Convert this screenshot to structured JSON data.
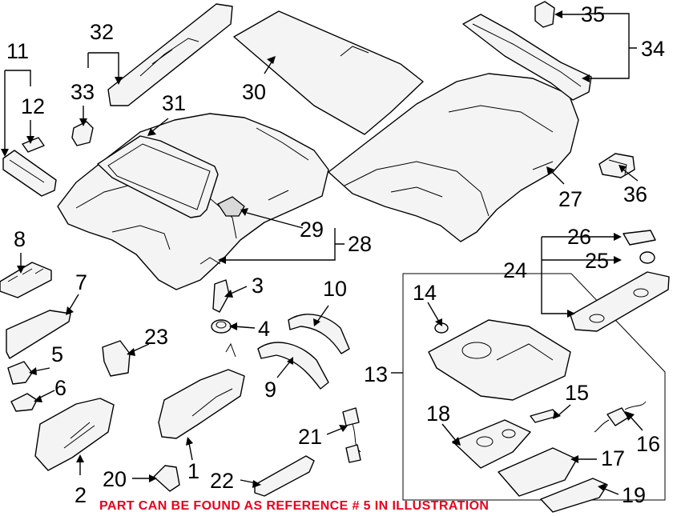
{
  "diagram": {
    "callouts": [
      {
        "id": "c1",
        "text": "1"
      },
      {
        "id": "c2",
        "text": "2"
      },
      {
        "id": "c3",
        "text": "3"
      },
      {
        "id": "c4",
        "text": "4"
      },
      {
        "id": "c5",
        "text": "5"
      },
      {
        "id": "c6",
        "text": "6"
      },
      {
        "id": "c7",
        "text": "7"
      },
      {
        "id": "c8",
        "text": "8"
      },
      {
        "id": "c9",
        "text": "9"
      },
      {
        "id": "c10",
        "text": "10"
      },
      {
        "id": "c11",
        "text": "11"
      },
      {
        "id": "c12",
        "text": "12"
      },
      {
        "id": "c13",
        "text": "13"
      },
      {
        "id": "c14",
        "text": "14"
      },
      {
        "id": "c15",
        "text": "15"
      },
      {
        "id": "c16",
        "text": "16"
      },
      {
        "id": "c17",
        "text": "17"
      },
      {
        "id": "c18",
        "text": "18"
      },
      {
        "id": "c19",
        "text": "19"
      },
      {
        "id": "c20",
        "text": "20"
      },
      {
        "id": "c21",
        "text": "21"
      },
      {
        "id": "c22",
        "text": "22"
      },
      {
        "id": "c23",
        "text": "23"
      },
      {
        "id": "c24",
        "text": "24"
      },
      {
        "id": "c25",
        "text": "25"
      },
      {
        "id": "c26",
        "text": "26"
      },
      {
        "id": "c27",
        "text": "27"
      },
      {
        "id": "c28",
        "text": "28"
      },
      {
        "id": "c29",
        "text": "29"
      },
      {
        "id": "c30",
        "text": "30"
      },
      {
        "id": "c31",
        "text": "31"
      },
      {
        "id": "c32",
        "text": "32"
      },
      {
        "id": "c33",
        "text": "33"
      },
      {
        "id": "c34",
        "text": "34"
      },
      {
        "id": "c35",
        "text": "35"
      },
      {
        "id": "c36",
        "text": "36"
      }
    ],
    "footer_note": "PART CAN BE FOUND AS REFERENCE # 5 IN ILLUSTRATION",
    "colors": {
      "ink": "#000000",
      "note": "#e8001c",
      "background": "#ffffff"
    }
  }
}
